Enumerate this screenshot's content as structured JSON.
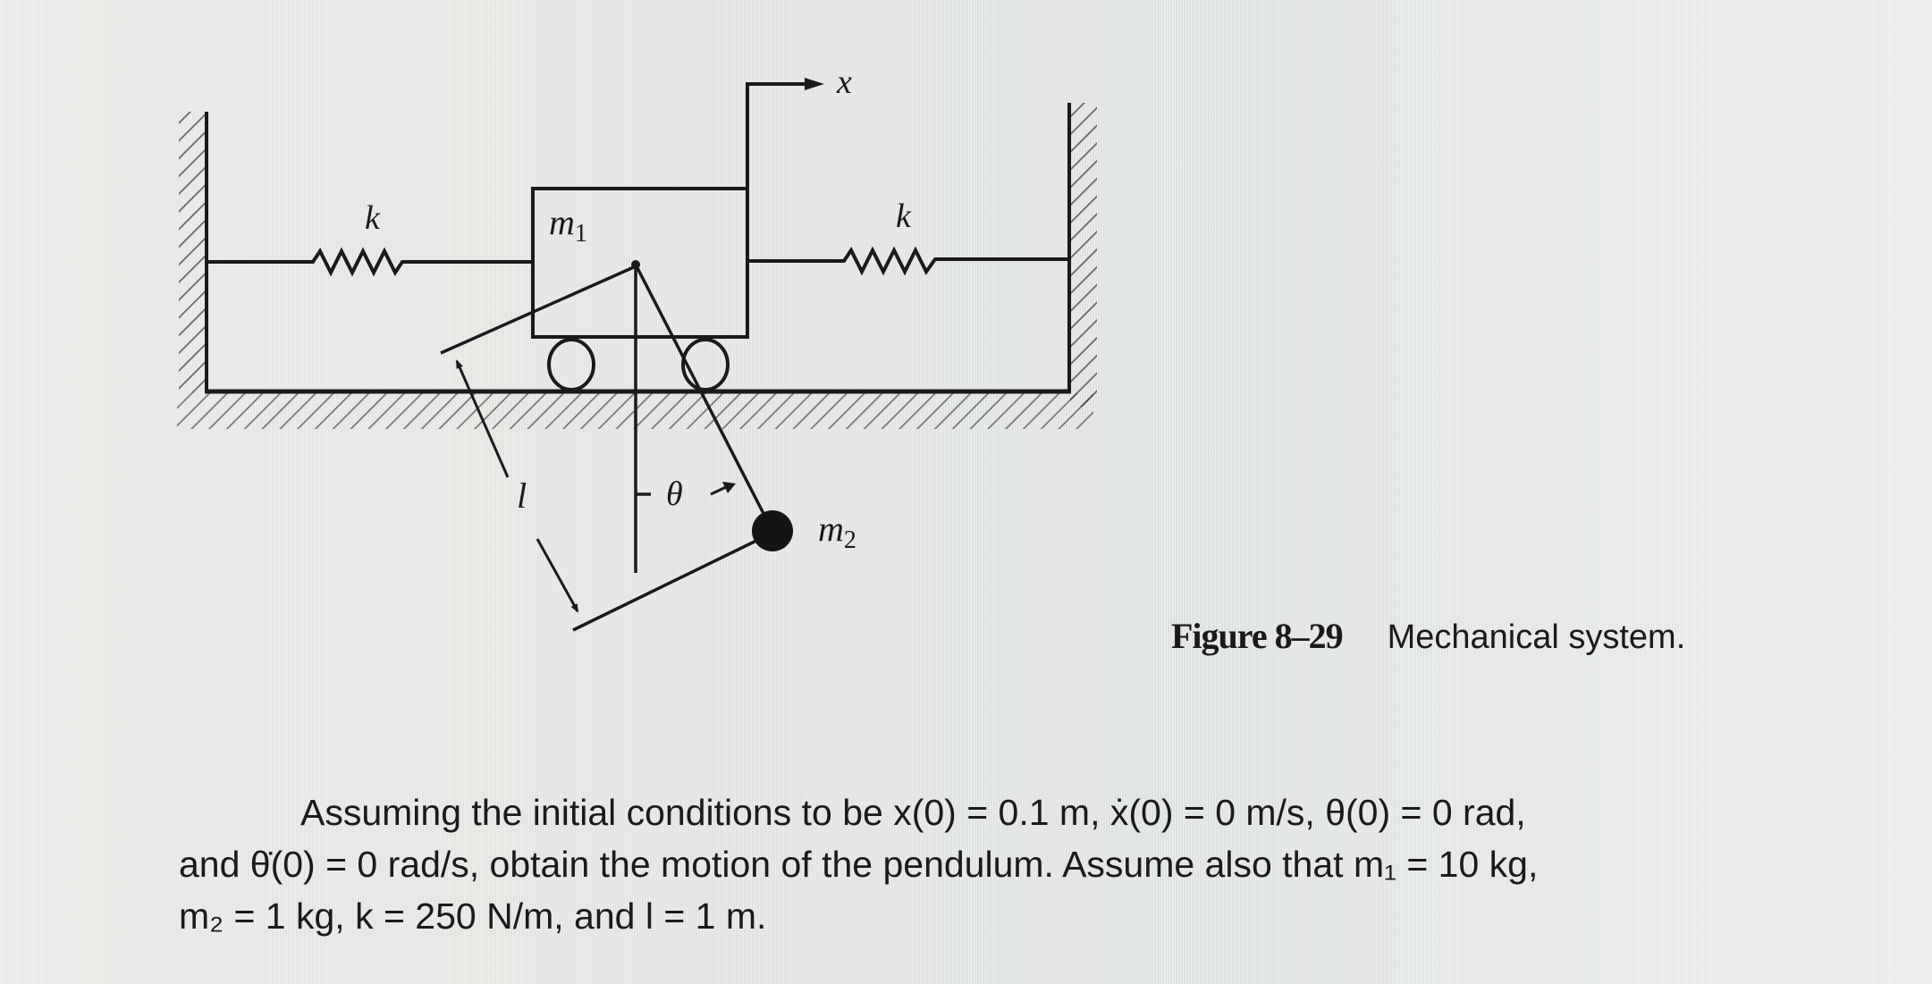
{
  "figure": {
    "labels": {
      "spring_left": "k",
      "spring_right": "k",
      "cart_mass": "m",
      "cart_mass_sub": "1",
      "displacement": "x",
      "pendulum_length": "l",
      "pendulum_angle": "θ",
      "bob_mass": "m",
      "bob_mass_sub": "2"
    },
    "caption": {
      "number": "Figure 8–29",
      "title": "Mechanical system."
    }
  },
  "problem": {
    "line1": "Assuming the initial conditions to be x(0) = 0.1 m, ẋ(0) = 0 m/s, θ(0) = 0 rad,",
    "line2": "and θ̇(0) = 0 rad/s, obtain the motion of the pendulum. Assume also that m₁ = 10 kg,",
    "line3": "m₂ = 1 kg, k = 250 N/m, and l = 1 m."
  },
  "given": {
    "x0": "0.1 m",
    "xdot0": "0 m/s",
    "theta0": "0 rad",
    "thetadot0": "0 rad/s",
    "m1": "10 kg",
    "m2": "1 kg",
    "k": "250 N/m",
    "l": "1 m"
  }
}
